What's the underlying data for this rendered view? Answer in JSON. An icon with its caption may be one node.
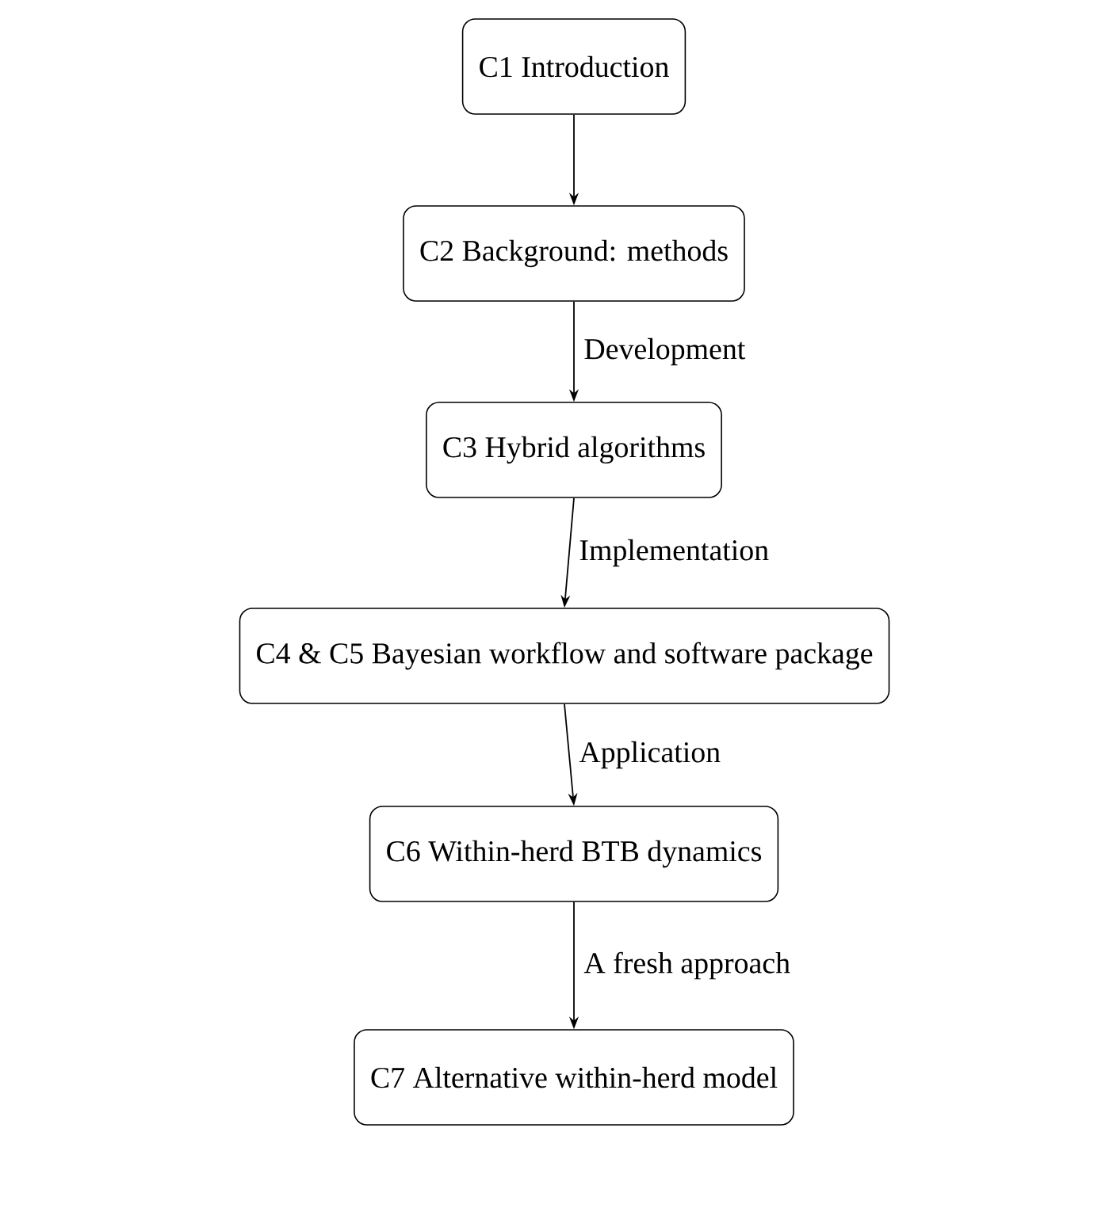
{
  "diagram": {
    "nodes": [
      {
        "text": [
          "C1 Introduction"
        ]
      },
      {
        "text": [
          "C2 Background: methods"
        ]
      },
      {
        "text": [
          "C3 Hybrid algorithms"
        ]
      },
      {
        "text": [
          "C4 & C5 Bayesian workflow and software package"
        ]
      },
      {
        "text": [
          "C6 Within-herd BTB dynamics"
        ]
      },
      {
        "text": [
          "C7 Alternative within-herd model"
        ]
      }
    ],
    "edges": [
      {
        "from": 0,
        "to": 1,
        "arrow": "to"
      },
      {
        "from": 1,
        "to": 2,
        "arrow": "to",
        "label": "Development"
      },
      {
        "from": 2,
        "to": 3,
        "arrow": "to",
        "label": "Implementation"
      },
      {
        "from": 3,
        "to": 4,
        "arrow": "to",
        "label": "Application"
      },
      {
        "from": 4,
        "to": 5,
        "arrow": "to",
        "label": "A fresh approach"
      }
    ]
  }
}
